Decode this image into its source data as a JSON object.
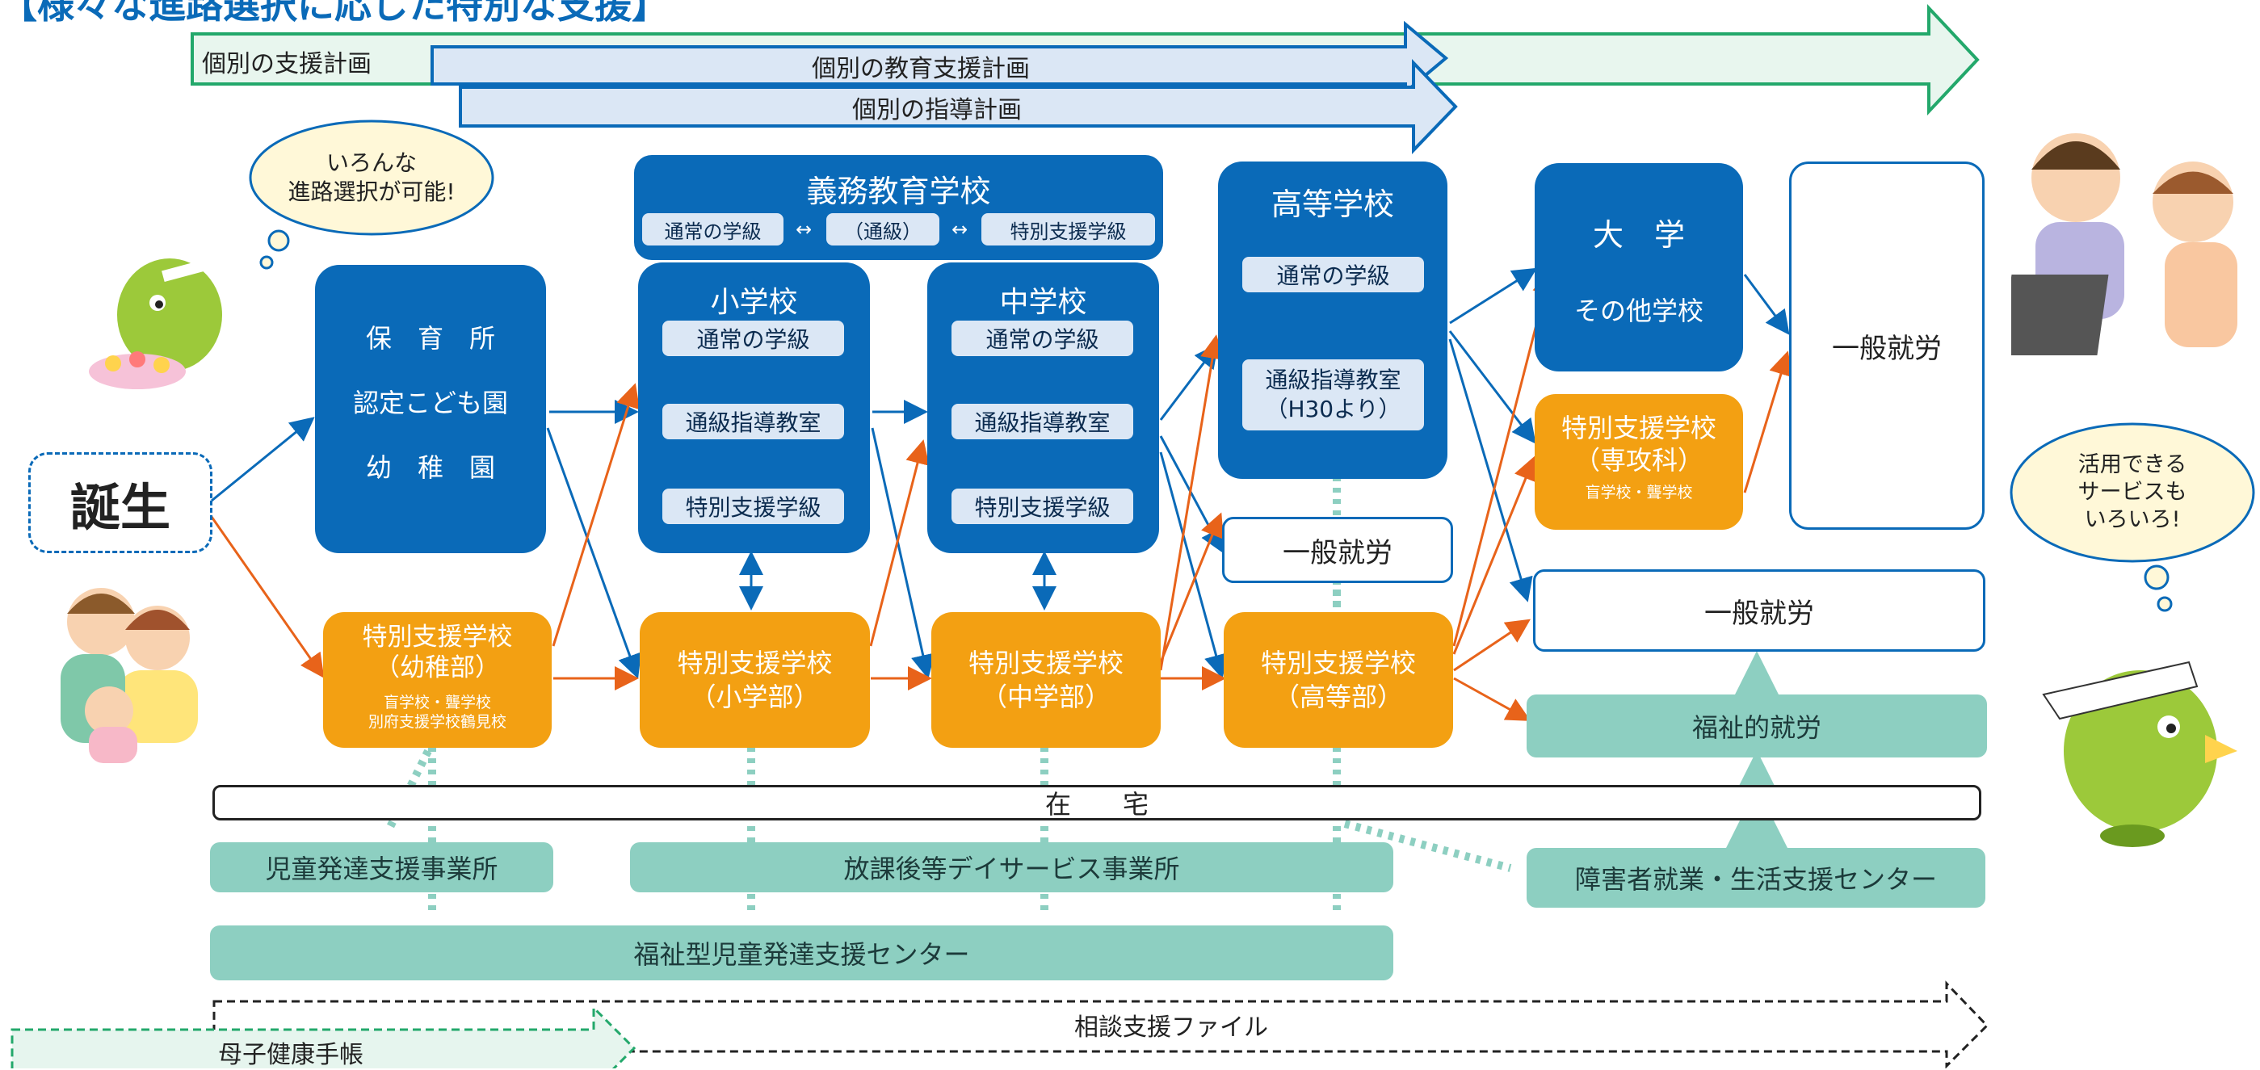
{
  "title": "【様々な進路選択に応じた特別な支援】",
  "bands": {
    "individual_support_plan": "個別の支援計画",
    "education_support_plan": "個別の教育支援計画",
    "guidance_plan": "個別の指導計画",
    "consultation_file": "相談支援ファイル",
    "maternal_handbook": "母子健康手帳"
  },
  "birth": "誕生",
  "bubbles": {
    "left": "いろんな\n進路選択が可能!",
    "right": "活用できる\nサービスも\nいろいろ!"
  },
  "preschool": {
    "line1": "保　育　所",
    "line2": "認定こども園",
    "line3": "幼　稚　園"
  },
  "compulsory": {
    "title": "義務教育学校",
    "regular": "通常の学級",
    "resource": "（通級）",
    "special": "特別支援学級"
  },
  "elementary": {
    "title": "小学校",
    "regular": "通常の学級",
    "resource": "通級指導教室",
    "special": "特別支援学級"
  },
  "junior_high": {
    "title": "中学校",
    "regular": "通常の学級",
    "resource": "通級指導教室",
    "special": "特別支援学級"
  },
  "high_school": {
    "title": "高等学校",
    "regular": "通常の学級",
    "resource": "通級指導教室\n（H30より）"
  },
  "university": {
    "title": "大　学",
    "other": "その他学校"
  },
  "special_kindergarten": {
    "title": "特別支援学校\n（幼稚部）",
    "sub": "盲学校・聾学校\n別府支援学校鶴見校"
  },
  "special_elementary": "特別支援学校\n（小学部）",
  "special_junior": "特別支援学校\n（中学部）",
  "special_high": "特別支援学校\n（高等部）",
  "special_advanced": {
    "title": "特別支援学校\n（専攻科）",
    "sub": "盲学校・聾学校"
  },
  "employment": {
    "general_right": "一般就労",
    "general_high": "一般就労",
    "general_mid": "一般就労",
    "welfare": "福祉的就労"
  },
  "home": "在　　宅",
  "services": {
    "child_dev": "児童発達支援事業所",
    "after_school": "放課後等デイサービス事業所",
    "welfare_center": "福祉型児童発達支援センター",
    "employment_center": "障害者就業・生活支援センター"
  },
  "colors": {
    "blue": "#0a6ab8",
    "orange": "#f3a012",
    "teal": "#8dcfc1",
    "green": "#23a86b",
    "arrow_orange": "#e8631a"
  }
}
